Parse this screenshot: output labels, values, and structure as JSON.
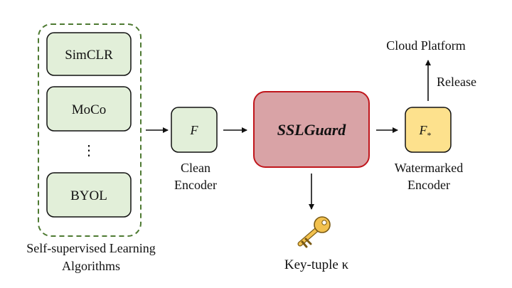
{
  "algorithms": {
    "items": [
      "SimCLR",
      "MoCo",
      "BYOL"
    ],
    "ellipsis": "⋮",
    "group_label_line1": "Self-supervised Learning",
    "group_label_line2": "Algorithms"
  },
  "clean_encoder": {
    "symbol": "F",
    "label_line1": "Clean",
    "label_line2": "Encoder"
  },
  "ssl_guard": {
    "title": "SSLGuard"
  },
  "key_tuple": {
    "label": "Key-tuple κ"
  },
  "watermarked_encoder": {
    "symbol": "F",
    "subscript": "*",
    "label_line1": "Watermarked",
    "label_line2": "Encoder"
  },
  "release": {
    "label": "Release"
  },
  "cloud": {
    "label": "Cloud Platform"
  },
  "colors": {
    "algo_fill": "#e2efd9",
    "group_border": "#4e7a32",
    "clean_fill": "#e2efd9",
    "guard_fill": "#d9a3a6",
    "guard_border": "#c0161c",
    "watermark_fill": "#fde18d",
    "key_fill": "#f2c14e"
  }
}
